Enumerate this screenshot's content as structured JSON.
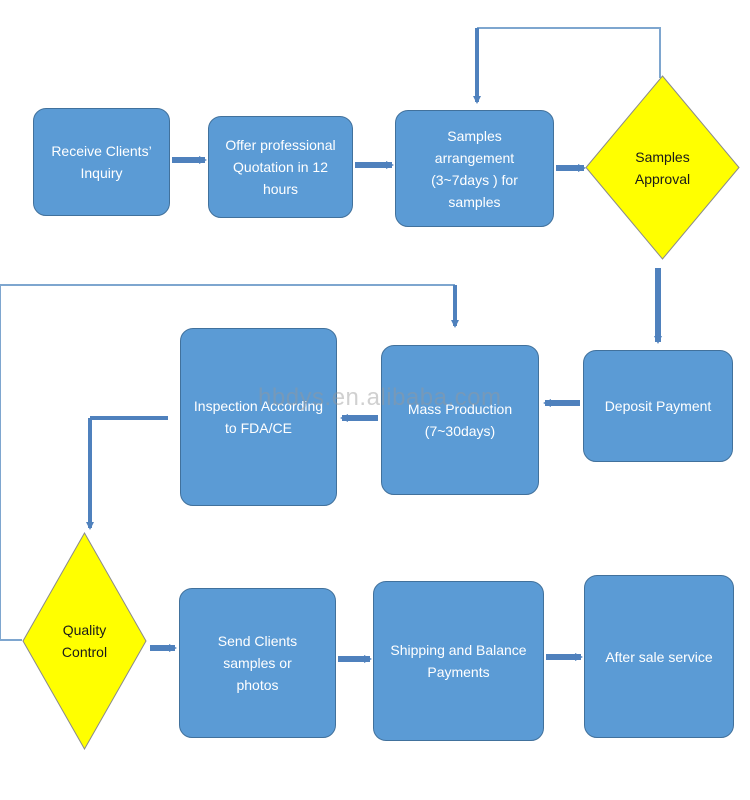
{
  "colors": {
    "box_fill": "#5b9bd5",
    "box_border": "#41719c",
    "diamond_fill": "#ffff00",
    "diamond_border": "#8a8a8a",
    "arrow": "#4f81bd",
    "line": "#7ea6cf"
  },
  "watermark": "hbdys.en.alibaba.com",
  "steps": {
    "receive_inquiry": "Receive Clients’\nInquiry",
    "offer_quotation": "Offer professional\nQuotation in 12\nhours",
    "samples_arrangement": "Samples arrangement\n(3~7days ) for samples",
    "samples_approval": "Samples\nApproval",
    "deposit_payment": "Deposit Payment",
    "mass_production": "Mass Production\n(7~30days)",
    "inspection": "Inspection According\nto FDA/CE",
    "quality_control": "Quality\nControl",
    "send_samples": "Send Clients samples or\nphotos",
    "shipping_balance": "Shipping and Balance\nPayments",
    "after_sale": "After sale service"
  }
}
